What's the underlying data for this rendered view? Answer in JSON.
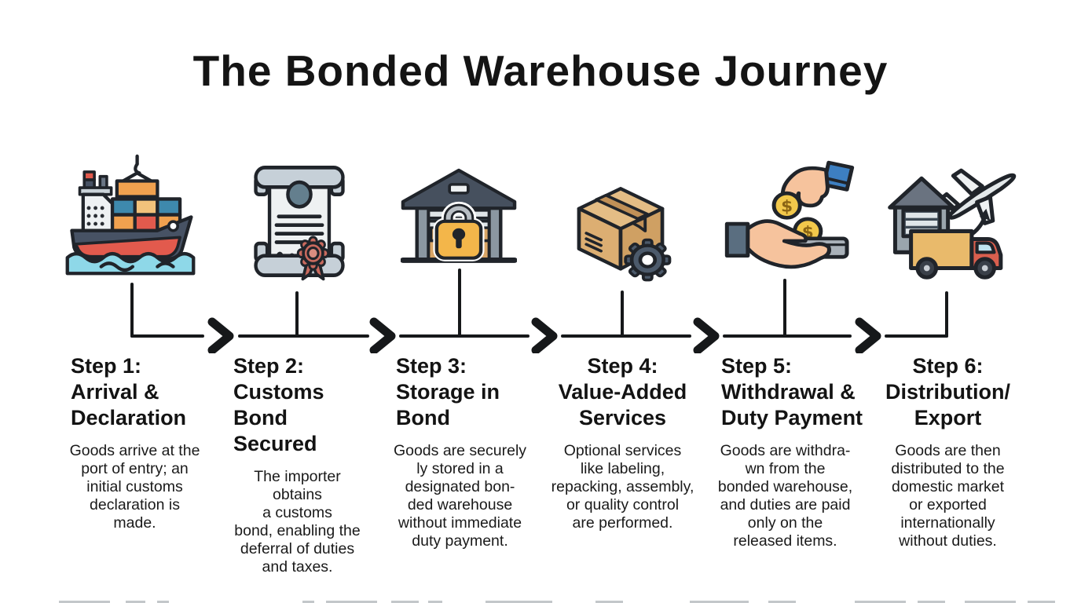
{
  "title": "The Bonded Warehouse Journey",
  "currency_symbol": "$",
  "palette": {
    "outline": "#20242a",
    "water_cyan": "#8ed8e8",
    "hull_slate": "#475264",
    "red": "#e25a4d",
    "orange": "#f0a14f",
    "cream": "#f2c27b",
    "container_blue": "#3e89ad",
    "box_tan": "#d9a566",
    "lock_gold": "#f3b64a",
    "gear_slate": "#4c5a6b",
    "skin": "#f6c39d",
    "sleeve_blue": "#3d7fc1",
    "tray_gray": "#a9b1b9",
    "coin_gold": "#f2c84b",
    "paper_gray": "#eef1f2",
    "roll_gray": "#c6d0d8",
    "seal_blue": "#647f8e",
    "rosette_red": "#c96a5e"
  },
  "steps": [
    {
      "icon": "cargo-ship-icon",
      "title_lines": [
        "Step 1:",
        "Arrival &",
        "Declaration"
      ],
      "description_lines": [
        "Goods arrive at the",
        "port of entry; an",
        "initial customs",
        "declaration is",
        "made."
      ]
    },
    {
      "icon": "customs-bond-certificate-icon",
      "title_lines": [
        "Step 2:",
        "Customs Bond",
        "Secured"
      ],
      "description_lines": [
        "The importer",
        "obtains",
        "a customs",
        "bond, enabling the",
        "deferral of duties",
        "and taxes."
      ]
    },
    {
      "icon": "bonded-warehouse-lock-icon",
      "title_lines": [
        "Step 3:",
        "Storage in",
        "Bond"
      ],
      "description_lines": [
        "Goods are securely",
        "ly stored in a",
        "designated bon-",
        "ded warehouse",
        "without immediate",
        "duty payment."
      ]
    },
    {
      "icon": "box-gear-services-icon",
      "title_lines": [
        "Step 4:",
        "Value-Added",
        "Services"
      ],
      "description_lines": [
        "Optional services",
        "like labeling,",
        "repacking, assembly,",
        "or quality control",
        "are performed."
      ]
    },
    {
      "icon": "duty-payment-hands-coins-icon",
      "title_lines": [
        "Step 5:",
        "Withdrawal &",
        "Duty Payment"
      ],
      "description_lines": [
        "Goods are withdra-",
        "wn from the",
        "bonded warehouse,",
        "and duties are paid",
        "only on the",
        "released items."
      ]
    },
    {
      "icon": "distribution-truck-plane-icon",
      "title_lines": [
        "Step 6:",
        "Distribution/",
        "Export"
      ],
      "description_lines": [
        "Goods are then",
        "distributed to the",
        "domestic market",
        "or exported",
        "internationally",
        "without duties."
      ]
    }
  ]
}
